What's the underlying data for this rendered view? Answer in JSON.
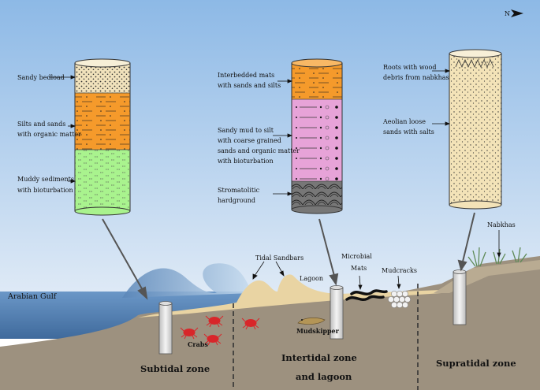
{
  "compass": {
    "letter": "N"
  },
  "water": {
    "label": "Arabian Gulf"
  },
  "subtidal": {
    "layers": [
      "Sandy bedload",
      "Silts and sands",
      "with organic matter",
      "Muddy sediments",
      "with bioturbation"
    ]
  },
  "intertidal": {
    "layers": [
      "Interbedded mats",
      "with sands and silts",
      "Sandy mud to silt",
      "with coarse grained",
      "sands and organic matter",
      "with bioturbation",
      "Stromatolitic",
      "hardground"
    ]
  },
  "supratidal": {
    "layers": [
      "Roots with wood",
      "debris from nabkhas",
      "Aeolian loose",
      "sands with salts"
    ]
  },
  "features": {
    "tidal_sandbars": "Tidal Sandbars",
    "lagoon": "Lagoon",
    "microbial_1": "Microbial",
    "microbial_2": "Mats",
    "mudcracks": "Mudcracks",
    "nabkhas": "Nabkhas",
    "crabs": "Crabs",
    "mudskipper": "Mudskipper"
  },
  "zones": {
    "subtidal": "Subtidal zone",
    "intertidal_1": "Intertidal zone",
    "intertidal_2": "and lagoon",
    "supratidal": "Supratidal zone"
  },
  "colors": {
    "sky_top": "#8db9e6",
    "sky_bottom": "#dce9f6",
    "sea": "#4f7db0",
    "ground": "#9d917f",
    "sand": "#e9d4a3",
    "orange": "#f59a2b",
    "green": "#a9f38e",
    "pink": "#e7a3d8",
    "grey": "#777777",
    "crab": "#d8262a"
  }
}
